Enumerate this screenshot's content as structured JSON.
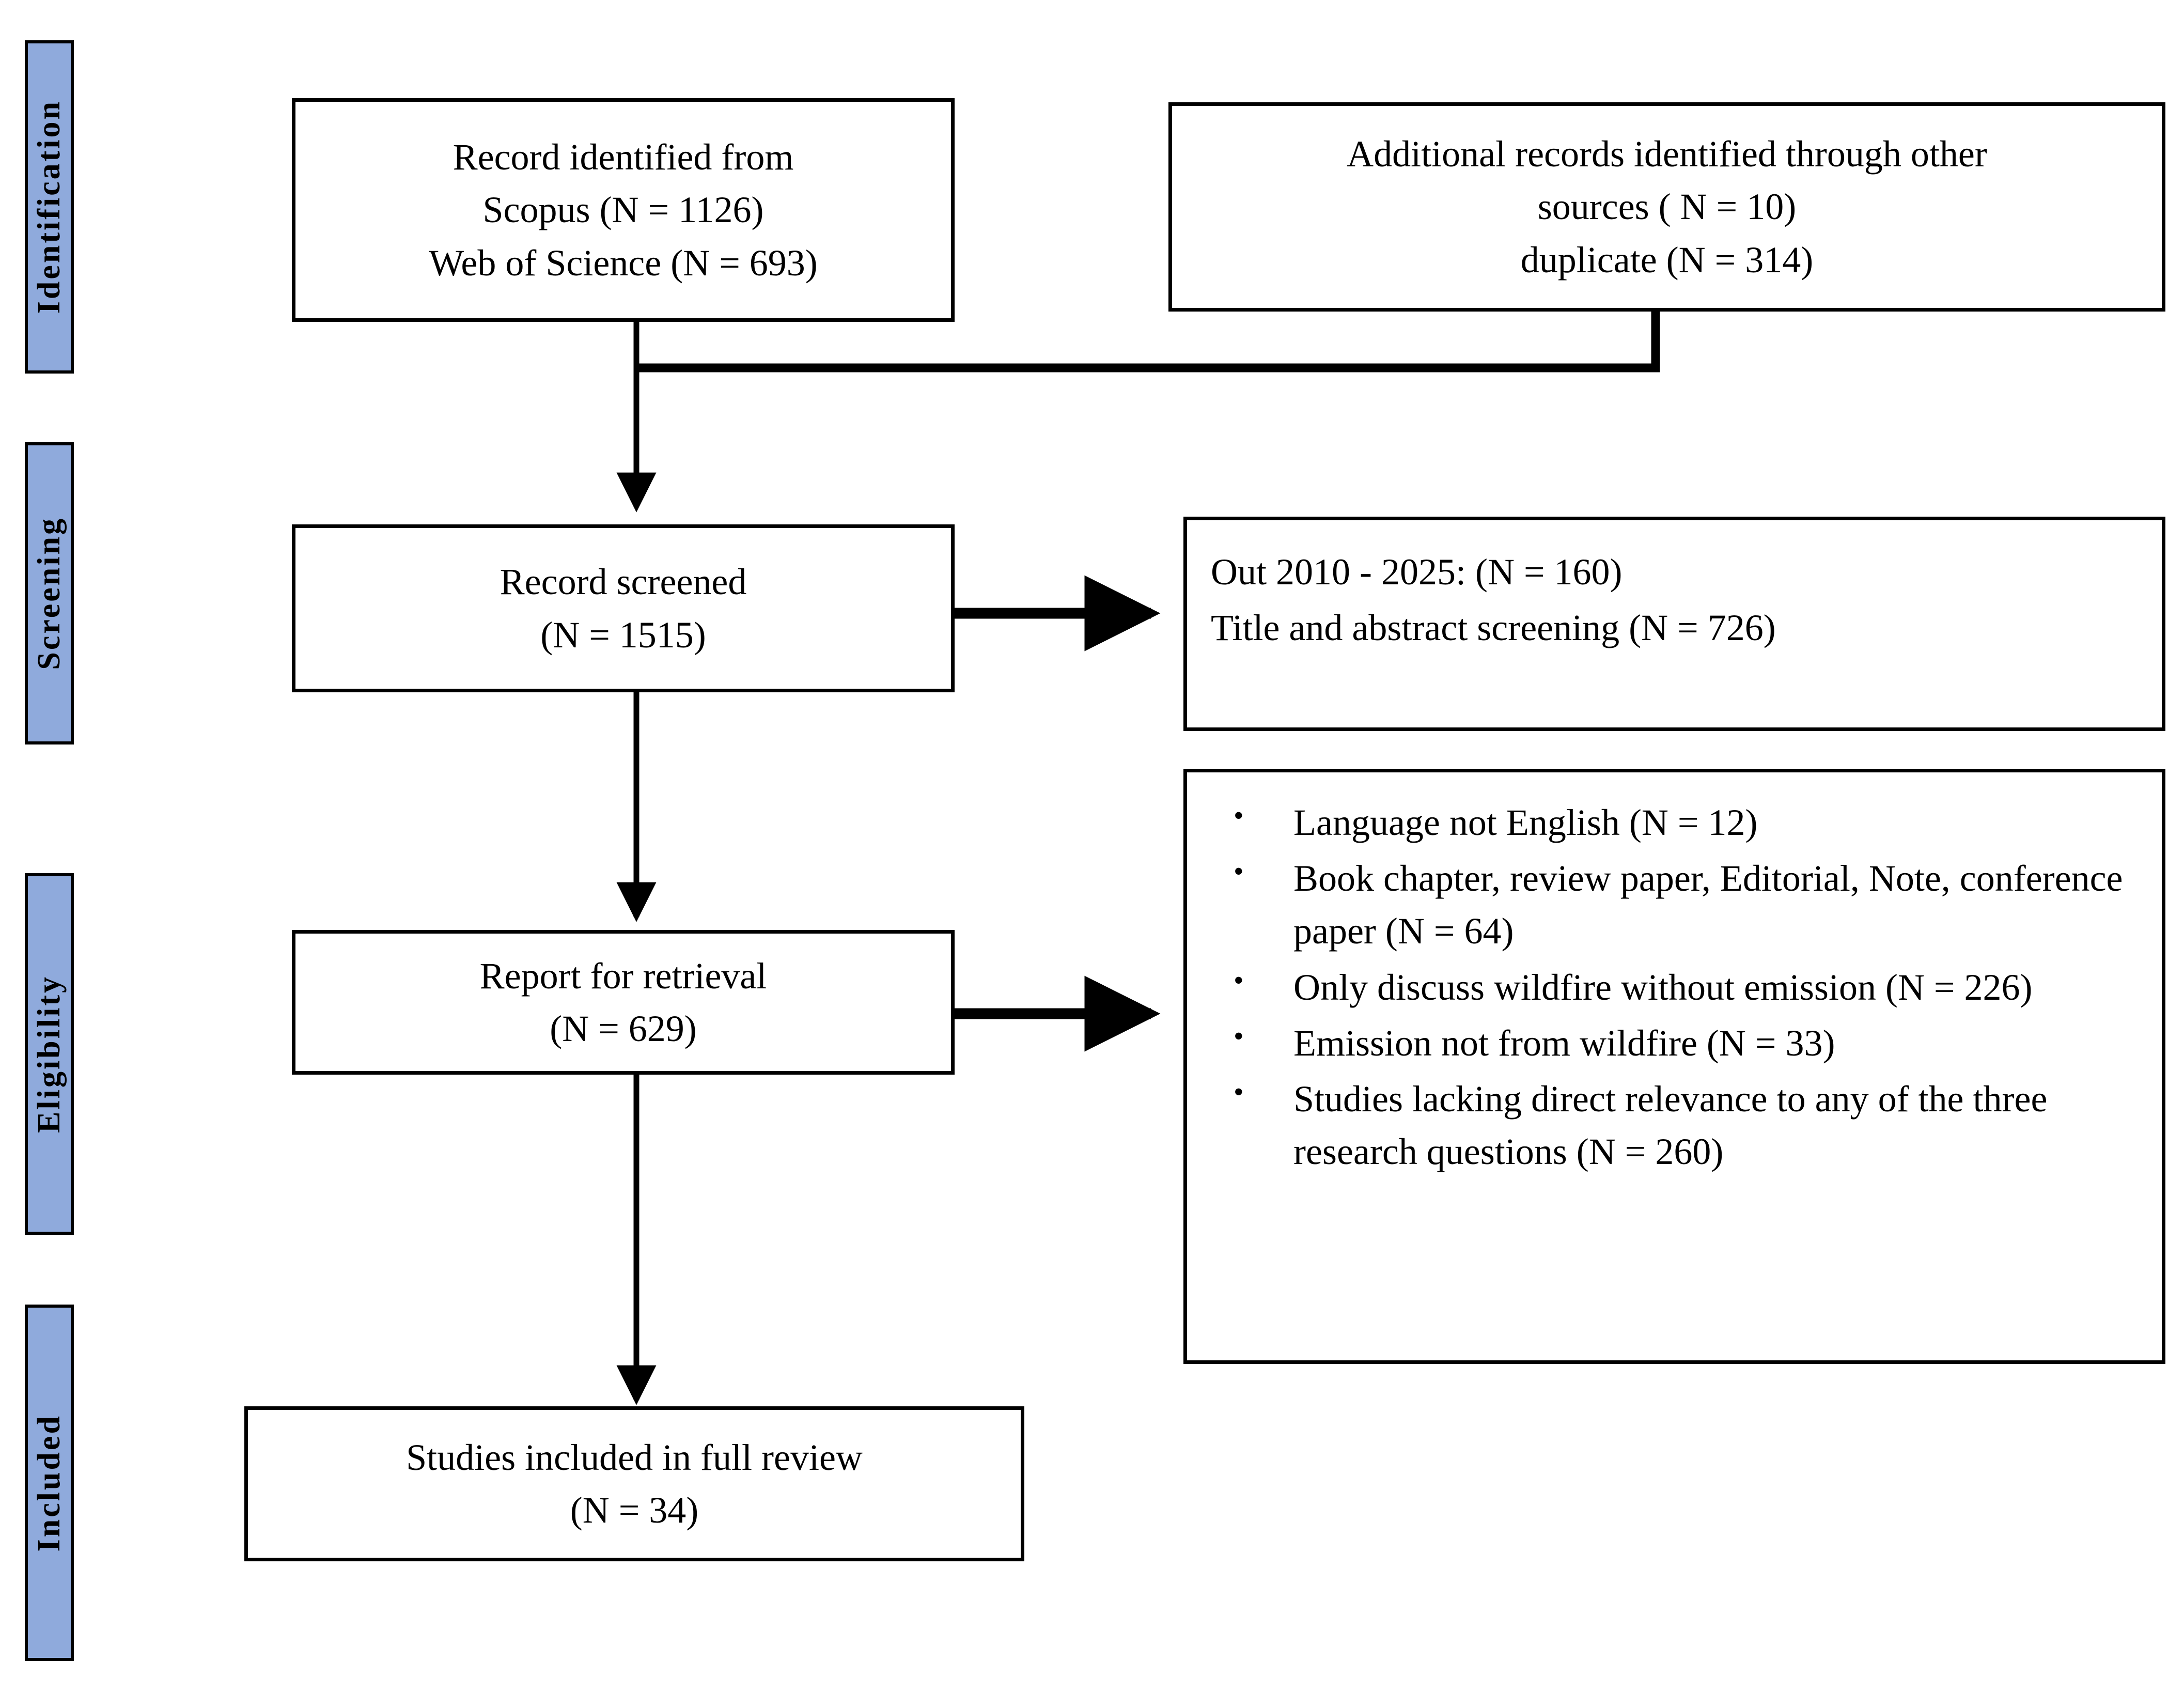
{
  "diagram": {
    "type": "PRISMA flow diagram",
    "accent_color": "#8FAADC",
    "border_color": "#000000",
    "background_color": "#FFFFFF"
  },
  "phases": [
    {
      "label": "Identification"
    },
    {
      "label": "Screening"
    },
    {
      "label": "Eligibility"
    },
    {
      "label": "Included"
    }
  ],
  "boxes": {
    "identification_primary": {
      "lines": [
        "Record identified from",
        "Scopus (N = 1126)",
        "Web of Science (N = 693)"
      ]
    },
    "identification_additional": {
      "lines": [
        "Additional records identified through other",
        "sources ( N = 10)",
        "duplicate (N = 314)"
      ]
    },
    "records_screened": {
      "lines": [
        "Record screened",
        "(N = 1515)"
      ]
    },
    "screening_excluded": {
      "lines": [
        "Out 2010 - 2025: (N = 160)",
        "Title and abstract screening (N = 726)"
      ]
    },
    "report_for_retrieval": {
      "lines": [
        "Report for retrieval",
        "(N = 629)"
      ]
    },
    "eligibility_excluded": {
      "bullets": [
        "Language not English (N = 12)",
        "Book chapter, review paper, Editorial, Note, conference paper (N = 64)",
        "Only discuss wildfire without emission (N = 226)",
        "Emission not from wildfire (N = 33)",
        "Studies lacking direct relevance to any of the three research questions (N = 260)"
      ]
    },
    "studies_included": {
      "lines": [
        "Studies included in full review",
        "(N = 34)"
      ]
    }
  },
  "counts": {
    "scopus": 1126,
    "web_of_science": 693,
    "other_sources": 10,
    "duplicates": 314,
    "records_screened": 1515,
    "out_of_date_range": 160,
    "title_abstract_screened": 726,
    "reports_for_retrieval": 629,
    "not_english": 12,
    "wrong_document_type": 64,
    "wildfire_without_emission": 226,
    "emission_not_wildfire": 33,
    "not_relevant_to_rqs": 260,
    "studies_included": 34
  }
}
